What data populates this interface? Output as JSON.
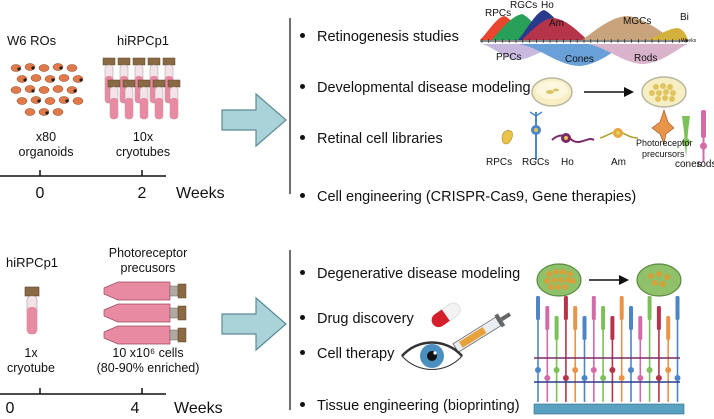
{
  "top": {
    "ro_label": "W6 ROs",
    "hirpc_label": "hiRPCp1",
    "ro_count": "x80",
    "ro_unit": "organoids",
    "tube_count": "10x",
    "tube_unit": "cryotubes",
    "tick_0": "0",
    "tick_2": "2",
    "axis_label": "Weeks"
  },
  "bottom": {
    "hirpc_label": "hiRPCp1",
    "pr_label_1": "Photoreceptor",
    "pr_label_2": "precusors",
    "tube_count": "1x",
    "tube_unit": "cryotube",
    "cells_count": "10 x10⁶ cells",
    "cells_enriched": "(80-90% enriched)",
    "tick_0": "0",
    "tick_4": "4",
    "axis_label": "Weeks"
  },
  "top_uses": [
    "Retinogenesis studies",
    "Developmental disease modeling",
    "Retinal cell libraries",
    "Cell engineering (CRISPR-Cas9, Gene therapies)"
  ],
  "bottom_uses": [
    "Degenerative disease modeling",
    "Drug discovery",
    "Cell therapy",
    "Tissue engineering (bioprinting)"
  ],
  "retinogenesis": {
    "upper": [
      "RPCs",
      "RGCs",
      "Ho",
      "Am",
      "MGCs",
      "Bi"
    ],
    "lower": [
      "PPCs",
      "Cones",
      "Rods"
    ],
    "axis_end": "Weeks"
  },
  "cell_library": [
    "RPCs",
    "RGCs",
    "Ho",
    "Am",
    "Photoreceptor",
    "precursors",
    "cones",
    "rods"
  ],
  "colors": {
    "arrow": "#a9d3d9",
    "arrow_stroke": "#5d8a95",
    "tube_pink": "#e88aa2",
    "organoid": "#e07a4a",
    "rpc": "#e8462f",
    "rgc": "#29a05a",
    "ho": "#2a3a8c",
    "am": "#b5344a",
    "mgc": "#c9a37c",
    "bi": "#d4b13c",
    "ppc": "#c9b8de",
    "cones": "#6aa0d8",
    "rods": "#d9b3cc"
  }
}
